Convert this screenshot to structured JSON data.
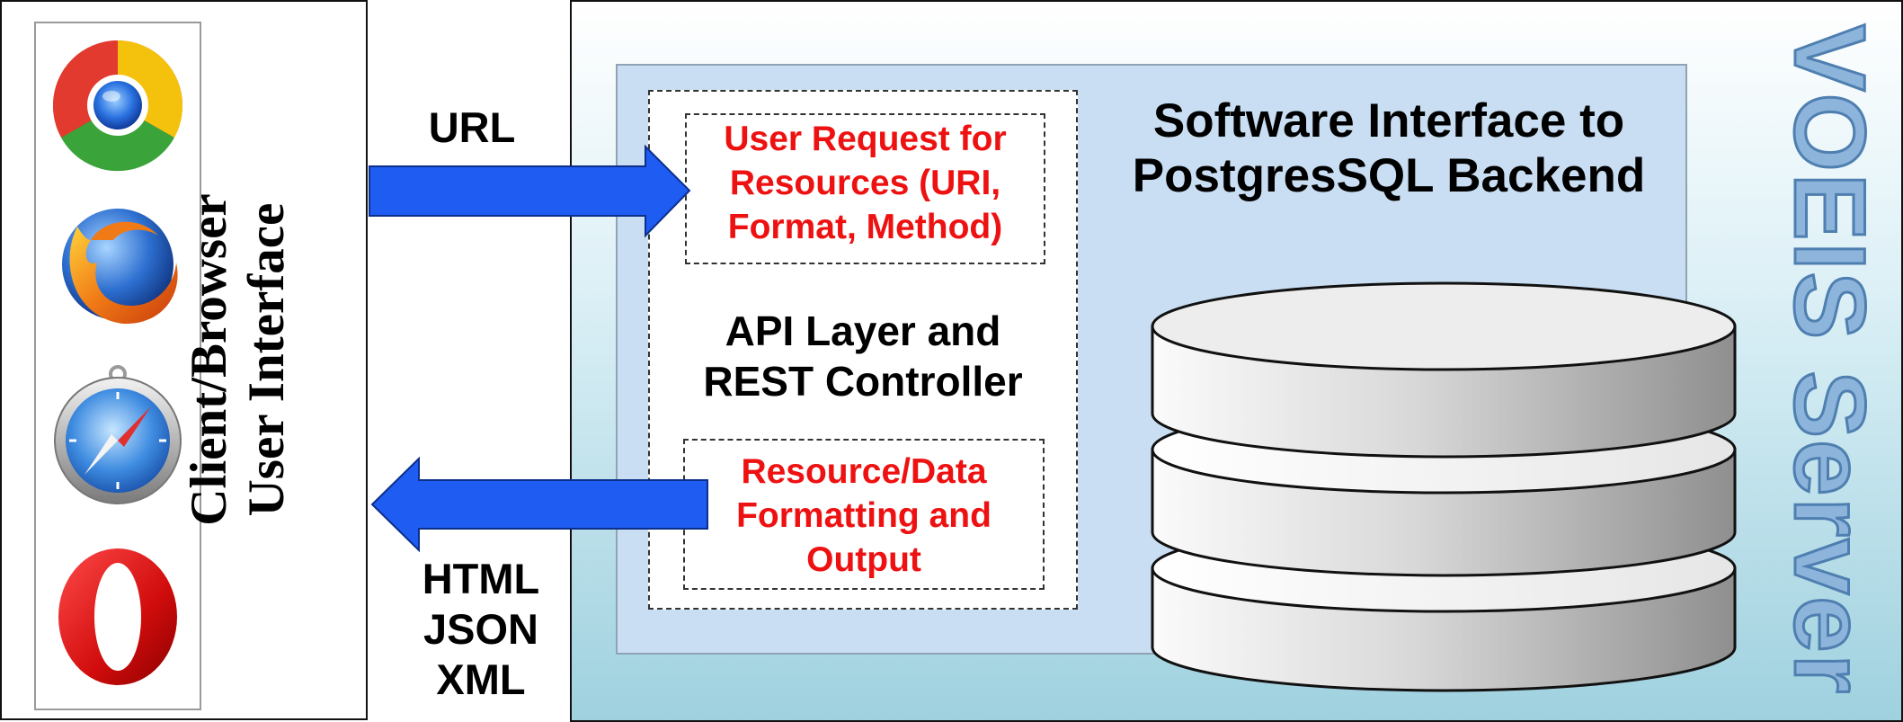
{
  "client": {
    "label_line1": "Client/Browser",
    "label_line2": "User Interface",
    "browser_icons": [
      "chrome-icon",
      "firefox-icon",
      "safari-icon",
      "opera-icon"
    ]
  },
  "arrows": {
    "request_label": "URL",
    "response_formats": [
      "HTML",
      "JSON",
      "XML"
    ]
  },
  "api_layer": {
    "title_line1": "API Layer and",
    "title_line2": "REST Controller",
    "request_box_lines": [
      "User Request for",
      "Resources (URI,",
      "Format, Method)"
    ],
    "output_box_lines": [
      "Resource/Data",
      "Formatting and",
      "Output"
    ]
  },
  "software": {
    "title_line1": "Software Interface to",
    "title_line2": "PostgresSQL Backend"
  },
  "server": {
    "label": "VOEIS Server"
  },
  "colors": {
    "arrow_fill": "#1f5cf2",
    "red_text": "#ee1111",
    "server_gradient_top": "#ffffff",
    "server_gradient_bottom": "#9fd1df",
    "software_panel": "#c9def2",
    "voeis_label": "#8db5dc"
  }
}
